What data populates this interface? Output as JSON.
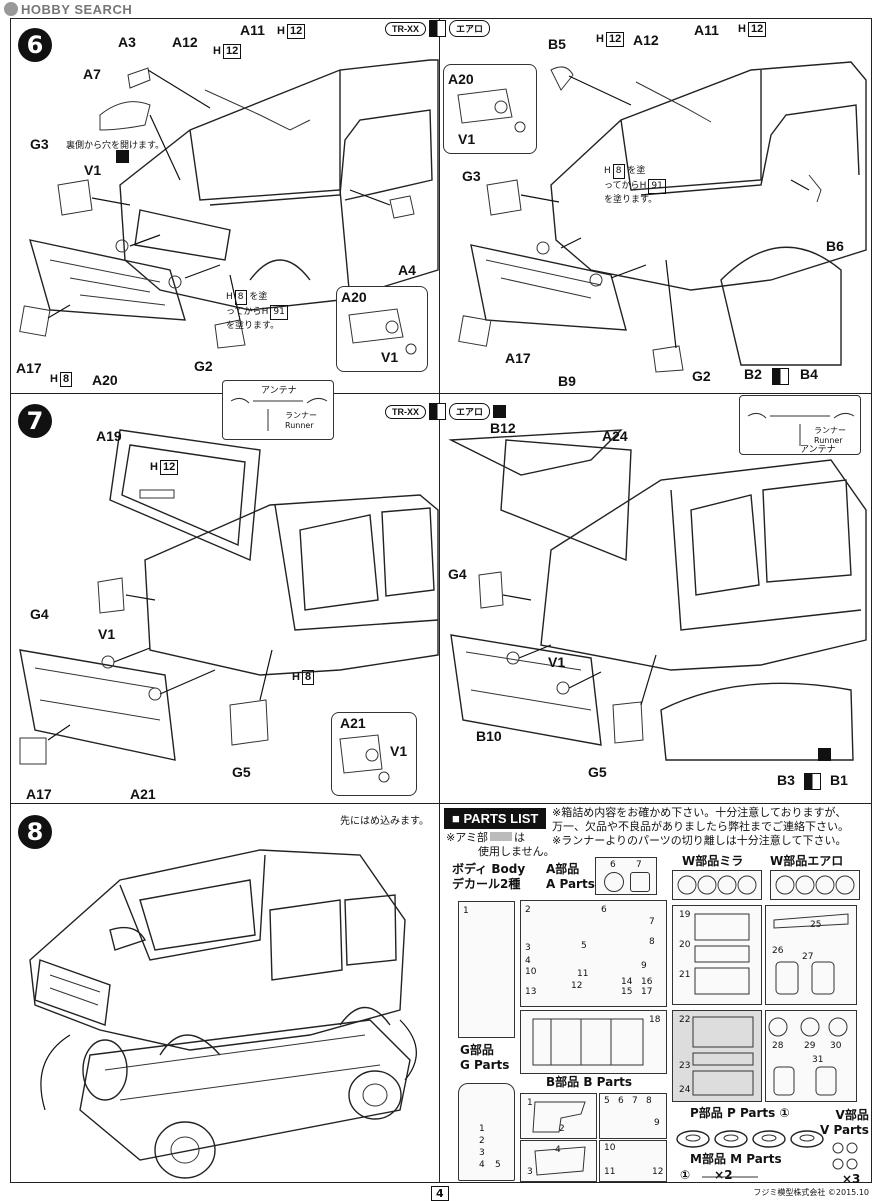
{
  "header": {
    "logo_text": "HOBBY SEARCH"
  },
  "steps": [
    {
      "number": "6",
      "badges": [
        "TR-XX",
        "エアロ"
      ],
      "left": {
        "labels": [
          "A3",
          "A12",
          "A11",
          "A7",
          "G3",
          "V1",
          "A4",
          "A17",
          "A20",
          "G2"
        ],
        "h12_a": "12",
        "h12_b": "12",
        "note_hole": "裏側から穴を開けます。",
        "paint_note": {
          "pre": "を塗",
          "mid": "ってから",
          "post": "を塗ります。",
          "c1": "8",
          "c2": "91"
        },
        "h8": "8",
        "inset": {
          "labels": [
            "A20",
            "V1"
          ]
        }
      },
      "right": {
        "labels": [
          "B5",
          "A12",
          "A11",
          "G3",
          "B6",
          "A17",
          "B9",
          "G2",
          "B2",
          "B4"
        ],
        "h12_a": "12",
        "h12_b": "12",
        "paint_note": {
          "pre": "を塗",
          "mid": "ってから",
          "post": "を塗ります。",
          "c1": "8",
          "c2": "91"
        },
        "inset": {
          "labels": [
            "A20",
            "V1"
          ]
        }
      }
    },
    {
      "number": "7",
      "badges": [
        "TR-XX",
        "エアロ"
      ],
      "antenna": {
        "title": "アンテナ",
        "runner_jp": "ランナー",
        "runner_en": "Runner"
      },
      "left": {
        "labels": [
          "A19",
          "G4",
          "V1",
          "A17",
          "A21",
          "G5"
        ],
        "h12": "12",
        "h8": "8",
        "inset": {
          "labels": [
            "A21",
            "V1"
          ]
        }
      },
      "right": {
        "labels": [
          "B12",
          "A24",
          "G4",
          "V1",
          "B10",
          "G5",
          "B3",
          "B1"
        ]
      }
    },
    {
      "number": "8",
      "note": "先にはめ込みます。"
    }
  ],
  "parts_list": {
    "title": "PARTS LIST",
    "notes": [
      "※箱詰め内容をお確かめ下さい。十分注意しておりますが、",
      "万一、欠品や不良品がありましたら弊社までご連絡下さい。",
      "※ランナーよりのパーツの切り離しは十分注意して下さい。"
    ],
    "ami_note": [
      "※アミ部",
      "は",
      "使用しません。"
    ],
    "groups": {
      "body": [
        "ボディ Body",
        "デカール2種"
      ],
      "a": [
        "A部品",
        "A Parts"
      ],
      "w_mira": "W部品ミラ",
      "w_aero": "W部品エアロ",
      "g": [
        "G部品",
        "G Parts"
      ],
      "b": "B部品 B Parts",
      "p": "P部品 P Parts",
      "p_qty": "①",
      "v": [
        "V部品",
        "V Parts"
      ],
      "m": "M部品 M Parts",
      "m_qty": "①　　×2",
      "v_qty": "×3"
    },
    "a_numbers": [
      "2",
      "3",
      "4",
      "5",
      "6",
      "7",
      "8",
      "9",
      "10",
      "11",
      "12",
      "13",
      "14",
      "15",
      "16",
      "17",
      "18"
    ],
    "w_numbers": [
      "19",
      "20",
      "21",
      "22",
      "23",
      "24",
      "25",
      "26",
      "27",
      "28",
      "29",
      "30",
      "31"
    ],
    "g_numbers": [
      "1",
      "2",
      "3",
      "4",
      "5"
    ],
    "b_numbers": [
      "1",
      "2",
      "3",
      "4",
      "5",
      "6",
      "7",
      "8",
      "9",
      "10",
      "11",
      "12"
    ]
  },
  "footer": {
    "page": "4",
    "copyright": "フジミ模型株式会社 ©2015.10"
  }
}
